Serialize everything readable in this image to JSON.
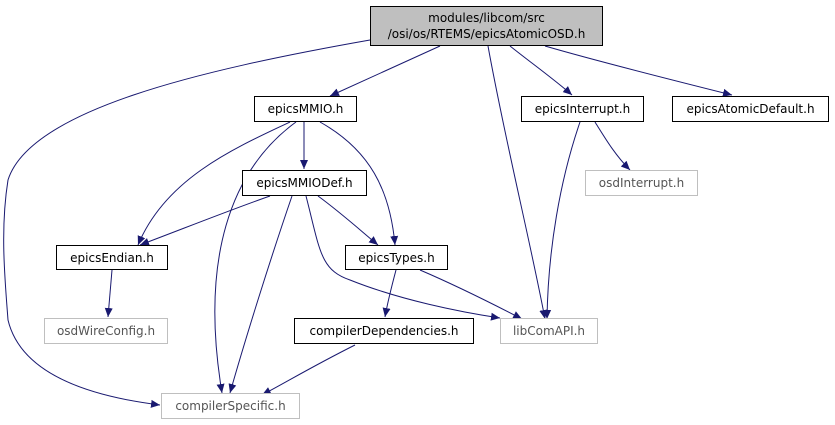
{
  "graph": {
    "edge_color": "#191970",
    "nodes": {
      "root": {
        "line1": "modules/libcom/src",
        "line2": "/osi/os/RTEMS/epicsAtomicOSD.h"
      },
      "mmio": {
        "label": "epicsMMIO.h"
      },
      "interrupt": {
        "label": "epicsInterrupt.h"
      },
      "atomic_default": {
        "label": "epicsAtomicDefault.h"
      },
      "mmiodef": {
        "label": "epicsMMIODef.h"
      },
      "osd_interrupt": {
        "label": "osdInterrupt.h"
      },
      "endian": {
        "label": "epicsEndian.h"
      },
      "types": {
        "label": "epicsTypes.h"
      },
      "osd_wire": {
        "label": "osdWireConfig.h"
      },
      "compiler_deps": {
        "label": "compilerDependencies.h"
      },
      "libcomapi": {
        "label": "libComAPI.h"
      },
      "compiler_specific": {
        "label": "compilerSpecific.h"
      }
    }
  }
}
